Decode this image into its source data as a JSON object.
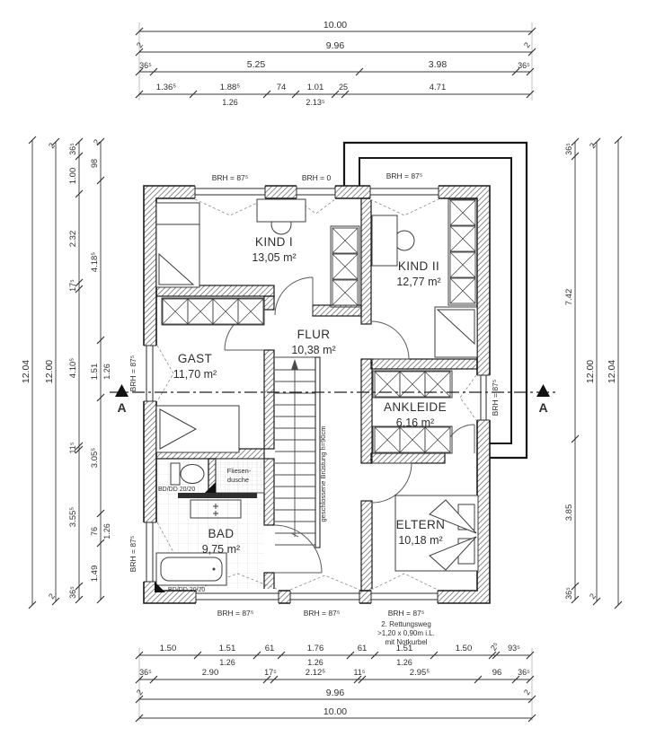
{
  "rooms": [
    {
      "name": "KIND I",
      "area": "13,05 m²"
    },
    {
      "name": "KIND II",
      "area": "12,77 m²"
    },
    {
      "name": "GAST",
      "area": "11,70 m²"
    },
    {
      "name": "FLUR",
      "area": "10,38 m²"
    },
    {
      "name": "ANKLEIDE",
      "area": "6,16 m²"
    },
    {
      "name": "BAD",
      "area": "9,75 m²"
    },
    {
      "name": "ELTERN",
      "area": "10,18 m²"
    }
  ],
  "labels": {
    "brh_87": "BRH = 87⁵",
    "brh_0": "BRH = 0",
    "fliesendusche_1": "Fliesen-",
    "fliesendusche_2": "dusche",
    "bddd": "BD/DD 20/20",
    "bruestung": "geschlossene Brüstung h=90cm",
    "rettungsweg_1": "2. Rettungsweg",
    "rettungsweg_2": ">1,20 x 0,90m i.L.",
    "rettungsweg_3": "mit Notkurbel",
    "section_marker": "A"
  },
  "dims": {
    "top": {
      "row1": "10.00",
      "row2": "9.96",
      "row2_end": "2",
      "row3": [
        "36⁵",
        "5.25",
        "3.98",
        "36⁵"
      ],
      "row4": [
        "1.36⁵",
        "1.88⁵",
        "74",
        "1.01",
        "25",
        "4.71"
      ],
      "row4_sub": [
        "1.26",
        "2.13⁵"
      ]
    },
    "bottom": {
      "row1": [
        "1.50",
        "1.51",
        "61",
        "1.76",
        "61",
        "1.51",
        "1.50",
        "2⁵",
        "93⁵"
      ],
      "row1_sub": [
        "1.26",
        "1.26",
        "1.26"
      ],
      "row2": [
        "36⁵",
        "2.90",
        "17⁵",
        "2.12⁵",
        "11⁵",
        "2.95⁵",
        "96",
        "36⁵"
      ],
      "row3": "9.96",
      "row3_end": "2",
      "row4": "10.00"
    },
    "left": {
      "outer": "12.04",
      "mid": "12.00",
      "mid_end": "2",
      "chain": [
        "36⁵",
        "1.00",
        "2.32",
        "17⁵",
        "4.10⁵",
        "11⁵",
        "3.55⁵",
        "36⁵"
      ],
      "inner": [
        "2",
        "98",
        "4.18⁵",
        "1.51",
        "3.05⁵",
        "76",
        "1.49"
      ],
      "inner_sub": [
        "1.26",
        "1.26"
      ]
    },
    "right": {
      "outer": "12.04",
      "mid": "12.00",
      "mid_end": "2",
      "chain": [
        "36⁵",
        "7.42",
        "3.85",
        "36⁵"
      ]
    }
  },
  "colors": {
    "wall_line": "#1a1a1a",
    "hatch": "#7d7d7d",
    "text": "#2f2f2f",
    "background": "#ffffff"
  }
}
